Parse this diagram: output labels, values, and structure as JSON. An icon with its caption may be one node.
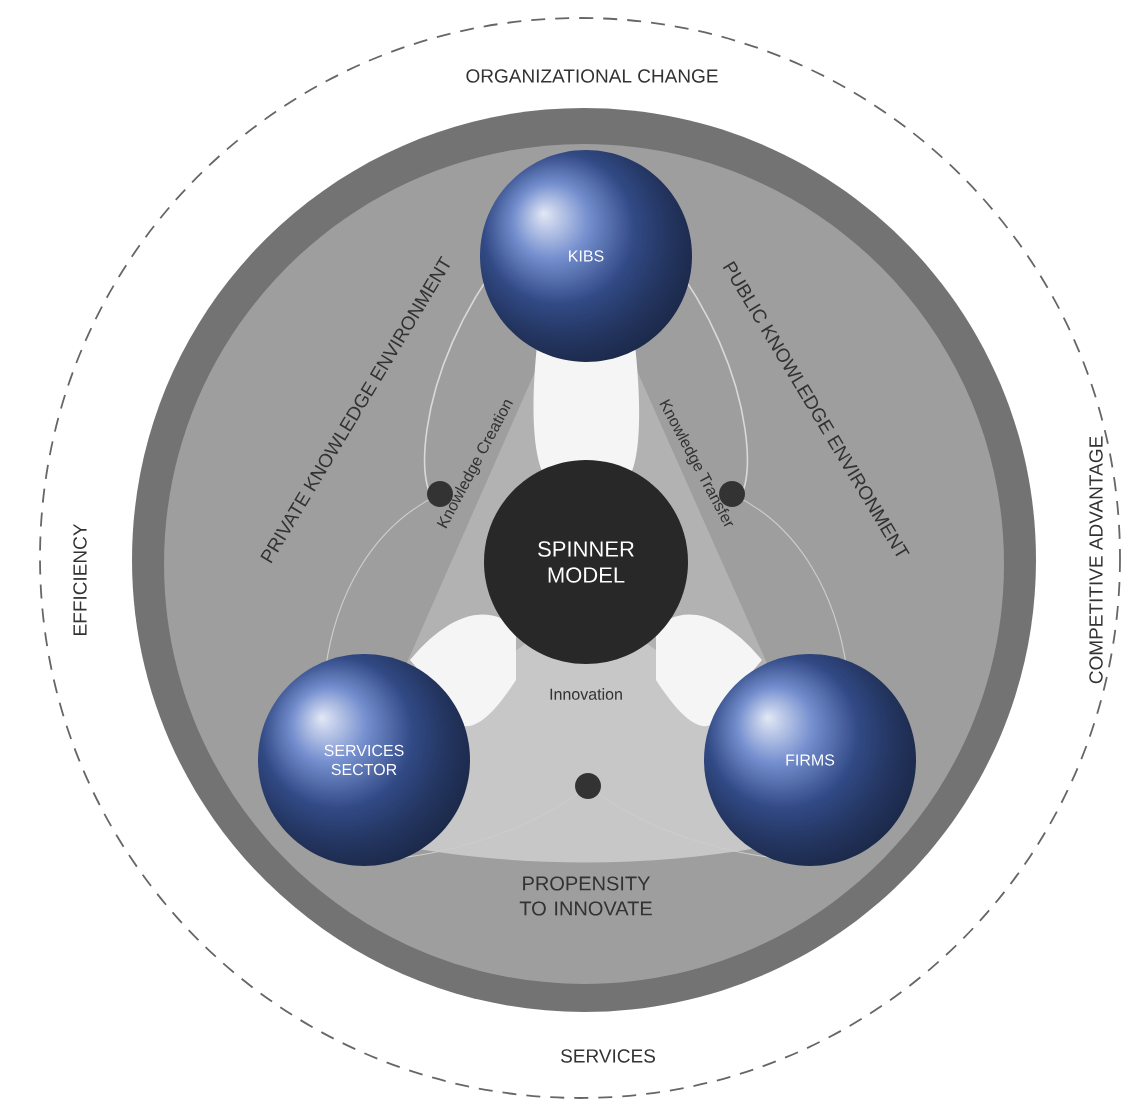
{
  "diagram": {
    "nodes": [
      {
        "text": [
          "KIBS"
        ]
      },
      {
        "text": [
          "SPINNER MODEL"
        ]
      },
      {
        "text": [
          "SERVICES SECTOR"
        ]
      },
      {
        "text": [
          "FIRMS"
        ]
      }
    ],
    "labels": [
      "ORGANIZATIONAL CHANGE",
      "PRIVATE KNOWLEDGE ENVIRONMENT",
      "PUBLIC KNOWLEDGE ENVIRONMENT",
      "EFFICIENCY",
      "COMPETITIVE ADVANTAGE",
      "Knowledge Creation",
      "Knowledge Transfer",
      "Innovation",
      "PROPENSITY TO INNOVATE",
      "SERVICES"
    ]
  }
}
